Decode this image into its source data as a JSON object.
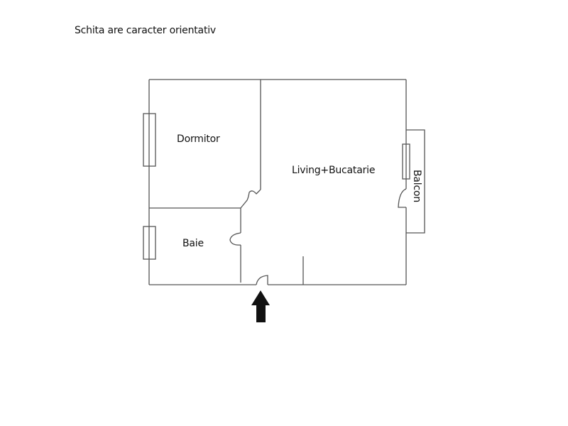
{
  "header": {
    "note": "Schita are caracter orientativ"
  },
  "plan": {
    "wall_color": "#555555",
    "arrow_color": "#111111",
    "rooms": [
      {
        "id": "dormitor",
        "label": "Dormitor"
      },
      {
        "id": "living",
        "label": "Living+Bucatarie"
      },
      {
        "id": "baie",
        "label": "Baie"
      },
      {
        "id": "balcon",
        "label": "Balcon"
      }
    ],
    "entrance": "entrance-arrow"
  }
}
